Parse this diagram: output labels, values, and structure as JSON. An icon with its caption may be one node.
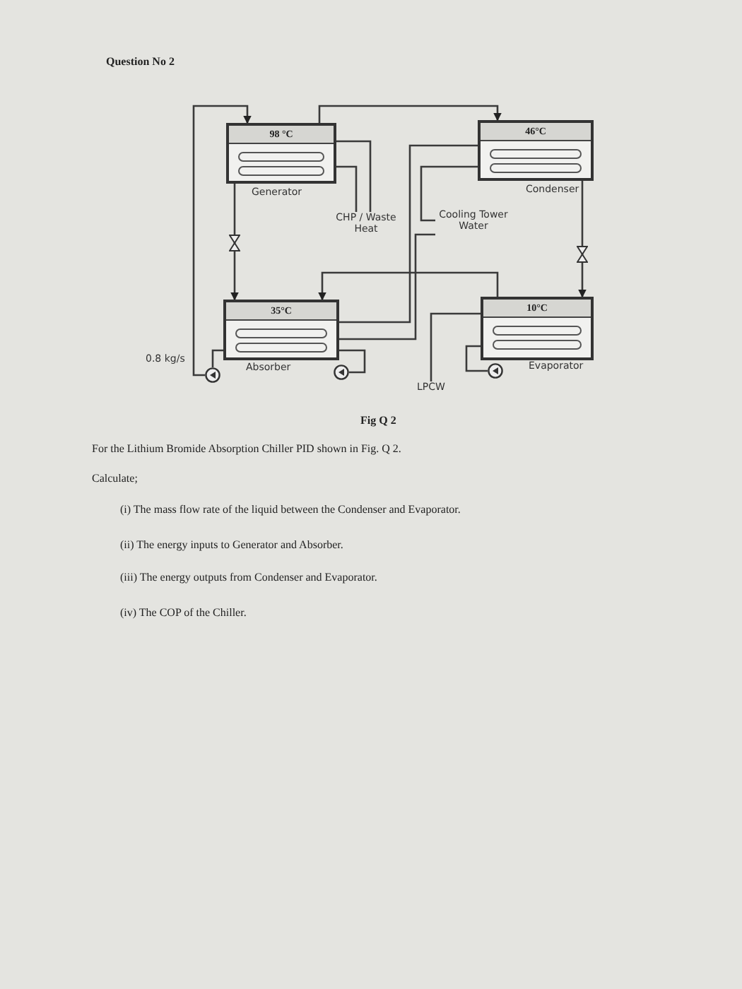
{
  "diagram": {
    "title": "Question No 2",
    "caption": "Fig Q 2",
    "nodes": [
      {
        "text": [
          "98 °C",
          "Generator"
        ]
      },
      {
        "text": [
          "46°C",
          "Condenser"
        ]
      },
      {
        "text": [
          "35°C",
          "Absorber"
        ]
      },
      {
        "text": [
          "10°C",
          "Evaporator"
        ]
      },
      {
        "text": [
          "CHP / Waste Heat"
        ]
      },
      {
        "text": [
          "Cooling Tower Water"
        ]
      },
      {
        "text": [
          "LPCW"
        ]
      },
      {
        "text": [],
        "shape": "circle",
        "beside": [
          "0.8 kg/s"
        ]
      },
      {
        "text": [],
        "shape": "circle"
      },
      {
        "text": [],
        "shape": "circle"
      }
    ],
    "edges": [
      {
        "from": 0,
        "to": 1,
        "arrow": "to"
      },
      {
        "from": 1,
        "to": 3,
        "arrow": "to"
      },
      {
        "from": 3,
        "to": 2,
        "arrow": "to"
      },
      {
        "from": 2,
        "to": 7,
        "arrow": "none"
      },
      {
        "from": 7,
        "to": 0,
        "arrow": "to"
      },
      {
        "from": 0,
        "to": 2,
        "arrow": "to"
      },
      {
        "from": 2,
        "to": 8,
        "arrow": "none"
      },
      {
        "from": 3,
        "to": 9,
        "arrow": "none"
      },
      {
        "from": 4,
        "to": 0,
        "arrow": "none"
      },
      {
        "from": 4,
        "to": 0,
        "arrow": "none"
      },
      {
        "from": 2,
        "to": 1,
        "arrow": "none"
      },
      {
        "from": 5,
        "to": 1,
        "arrow": "none"
      },
      {
        "from": 5,
        "to": 2,
        "arrow": "none"
      },
      {
        "from": 6,
        "to": 3,
        "arrow": "none"
      }
    ],
    "labels": [
      "For the Lithium Bromide Absorption Chiller PID shown in Fig. Q 2.",
      "Calculate;",
      "(i) The mass flow rate of the liquid between the Condenser and Evaporator.",
      "(ii) The energy inputs to Generator and Absorber.",
      "(iii) The energy outputs from Condenser and Evaporator.",
      "(iv) The COP of the Chiller."
    ]
  }
}
